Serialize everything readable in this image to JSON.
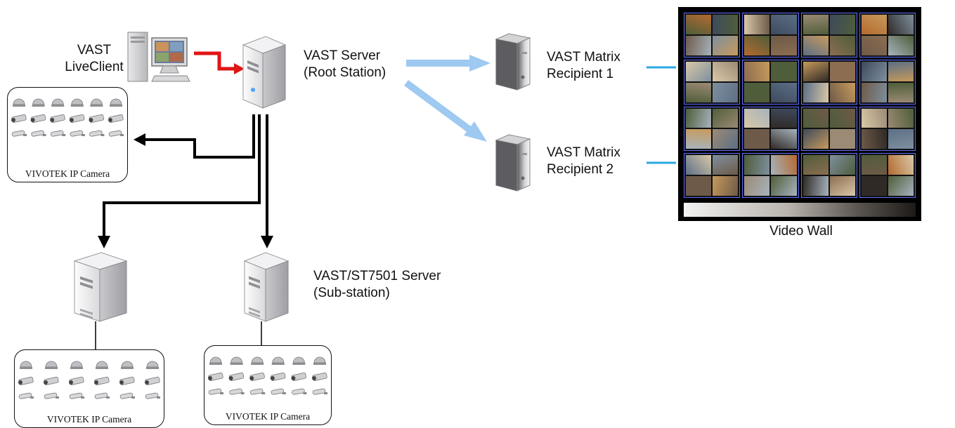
{
  "root_client": {
    "label_line1": "VAST",
    "label_line2": "LiveClient"
  },
  "root_server": {
    "label_line1": "VAST Server",
    "label_line2": "(Root Station)"
  },
  "recipients": [
    {
      "label_line1": "VAST Matrix",
      "label_line2": "Recipient 1"
    },
    {
      "label_line1": "VAST Matrix",
      "label_line2": "Recipient 2"
    }
  ],
  "video_wall": {
    "label": "Video Wall"
  },
  "sub_server": {
    "label_line1": "VAST/ST7501 Server",
    "label_line2": "(Sub-station)"
  },
  "camera_groups": [
    {
      "label": "VIVOTEK IP Camera"
    },
    {
      "label": "VIVOTEK IP Camera"
    },
    {
      "label": "VIVOTEK IP Camera"
    }
  ],
  "colors": {
    "link_black": "#000000",
    "link_red": "#e01515",
    "link_blue_arrow": "#9ec9f0",
    "link_cyan": "#29a8e0"
  }
}
